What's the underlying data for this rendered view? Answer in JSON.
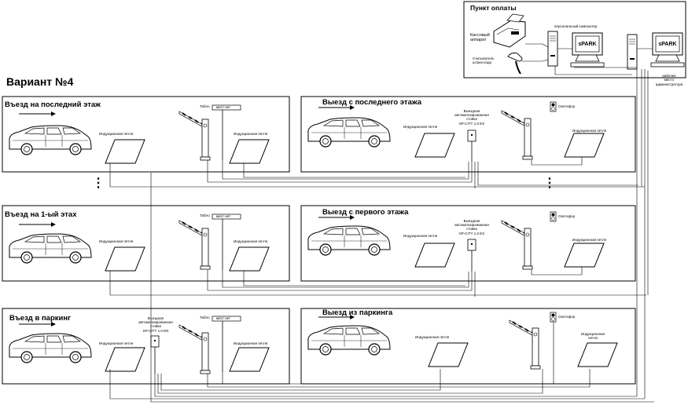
{
  "variant_title": "Вариант №4",
  "payment_point": {
    "title": "Пункт оплаты",
    "cash_register": "Кассовый\nаппарат",
    "personal_computer": "персональный компьютер",
    "barcode_reader": "Считыватель\nштрих-кода",
    "screen_brand": "sPARK"
  },
  "admin_station": {
    "label": "рабочее\nместо\nадминистратора",
    "screen_brand": "sPARK"
  },
  "common": {
    "loop": "Индукционная петля",
    "loop_top": "Индукционная\nпетля",
    "display": "Табло",
    "display_text": "мест нет",
    "traffic_light": "Светофор",
    "exit_terminal": "Выездная\nавтоматизированная\nстойка\nSP-CITY 1.0 EX",
    "entry_terminal": "Въездная\nавтоматизированная\nстойка\nSP-CITY 1.0 EN",
    "dots": "⋮"
  },
  "zones": [
    {
      "title": "Въезд на последний этаж"
    },
    {
      "title": "Выезд с последнего этажа"
    },
    {
      "title": "Въезд на 1-ый этах"
    },
    {
      "title": "Выезд с первого этажа"
    },
    {
      "title": "Въезд в паркинг"
    },
    {
      "title": "Выезд из паркинга"
    }
  ]
}
